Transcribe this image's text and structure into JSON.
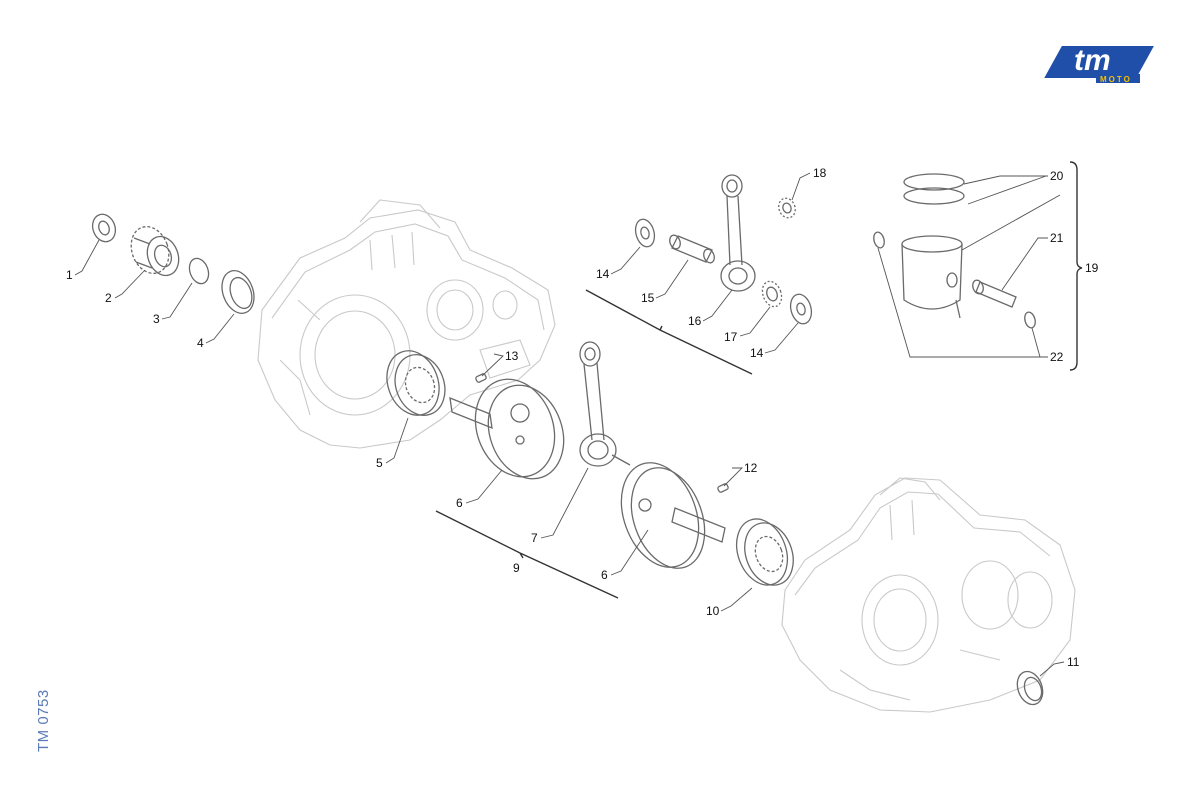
{
  "brand": {
    "logo_text": "tm",
    "logo_subtext": "MOTO",
    "logo_color": "#1f4fa8"
  },
  "doc_code": "TM 0753",
  "callouts": {
    "c1": "1",
    "c2": "2",
    "c3": "3",
    "c4": "4",
    "c5": "5",
    "c6a": "6",
    "c6b": "6",
    "c7": "7",
    "c9": "9",
    "c10": "10",
    "c11": "11",
    "c12": "12",
    "c13": "13",
    "c14a": "14",
    "c14b": "14",
    "c15": "15",
    "c16": "16",
    "c17": "17",
    "c18": "18",
    "c19": "19",
    "c20": "20",
    "c21": "21",
    "c22": "22"
  }
}
